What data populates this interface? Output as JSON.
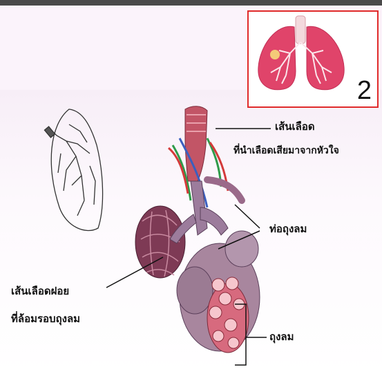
{
  "slide": {
    "inset_number": "2"
  },
  "labels": {
    "vein_line1": "เส้นเลือด",
    "vein_line2": "ที่นำเลือดเสียมาจากหัวใจ",
    "bronchiole": "ท่อถุงลม",
    "capillary_line1": "เส้นเลือดฝอย",
    "capillary_line2": "ที่ล้อมรอบถุงลม",
    "alveoli": "ถุงลม"
  },
  "colors": {
    "inset_border": "#e02a2a",
    "lung_pink": "#e0446a",
    "tissue": "#8b4a6a"
  }
}
